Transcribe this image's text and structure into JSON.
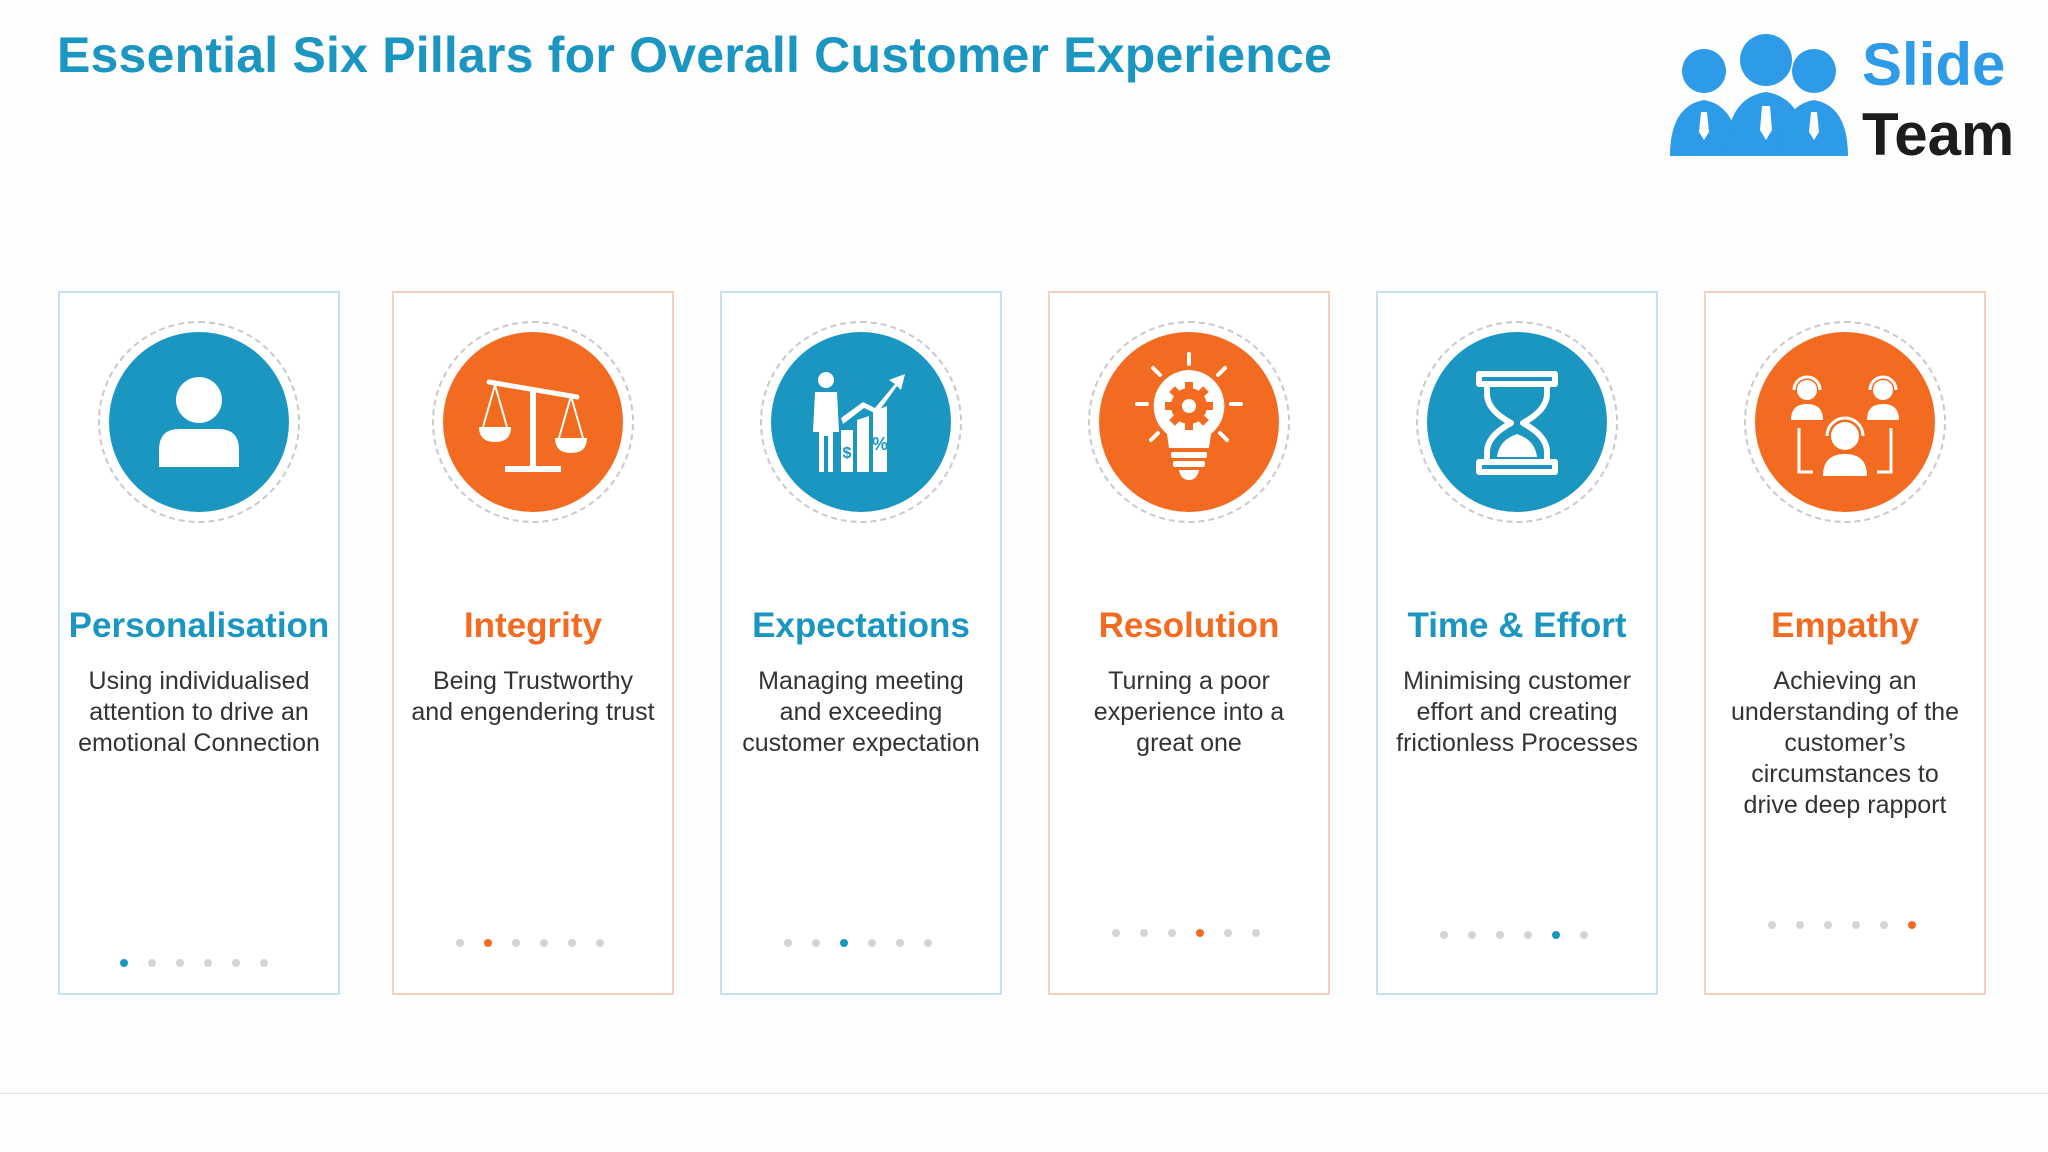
{
  "title": "Essential Six Pillars for Overall Customer Experience",
  "logo": {
    "line1": "Slide",
    "line2": "Team"
  },
  "colors": {
    "blue": "#1b96c1",
    "orange": "#f26b21"
  },
  "cards": [
    {
      "title": "Personalisation",
      "icon": "user-icon",
      "color": "blue",
      "lines": [
        "Using individualised",
        "attention to drive an",
        "emotional Connection"
      ],
      "active_dot": 0
    },
    {
      "title": "Integrity",
      "icon": "scales-icon",
      "color": "orange",
      "lines": [
        "Being Trustworthy",
        "and engendering trust"
      ],
      "active_dot": 1
    },
    {
      "title": "Expectations",
      "icon": "growth-chart-icon",
      "color": "blue",
      "lines": [
        "Managing meeting",
        "and exceeding",
        "customer expectation"
      ],
      "active_dot": 2
    },
    {
      "title": "Resolution",
      "icon": "lightbulb-gear-icon",
      "color": "orange",
      "lines": [
        "Turning a poor",
        "experience into a",
        "great one"
      ],
      "active_dot": 3
    },
    {
      "title": "Time & Effort",
      "icon": "hourglass-icon",
      "color": "blue",
      "lines": [
        "Minimising customer",
        "effort and creating",
        "frictionless Processes"
      ],
      "active_dot": 4
    },
    {
      "title": "Empathy",
      "icon": "support-team-icon",
      "color": "orange",
      "lines": [
        "Achieving an",
        "understanding of the",
        "customer’s",
        "circumstances to",
        "drive deep rapport"
      ],
      "active_dot": 5
    }
  ]
}
